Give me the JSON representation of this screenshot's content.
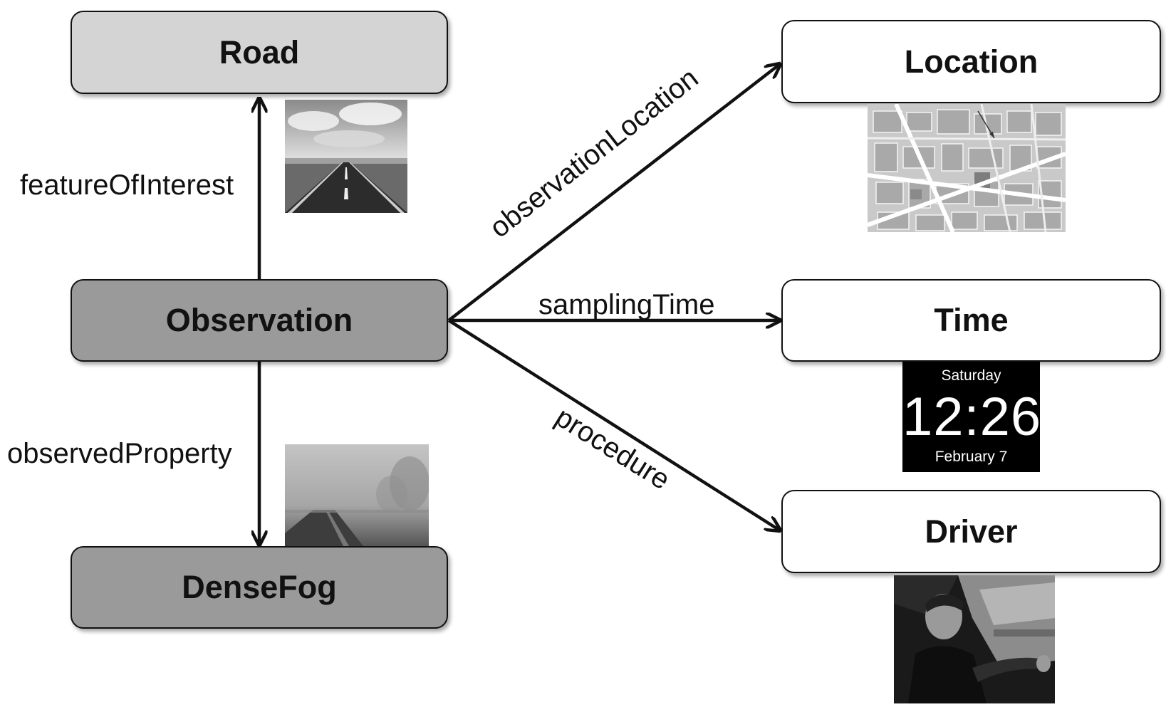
{
  "nodes": {
    "road": "Road",
    "observation": "Observation",
    "dense_fog": "DenseFog",
    "location": "Location",
    "time": "Time",
    "driver": "Driver"
  },
  "edges": {
    "feature_of_interest": "featureOfInterest",
    "observed_property": "observedProperty",
    "observation_location": "observationLocation",
    "sampling_time": "samplingTime",
    "procedure": "procedure"
  },
  "clock": {
    "day": "Saturday",
    "time": "12:26",
    "date": "February 7"
  },
  "colors": {
    "road_fill": "#d4d4d4",
    "observation_fill": "#9a9a9a",
    "dense_fog_fill": "#9a9a9a",
    "right_node_fill": "#ffffff",
    "stroke": "#111111"
  },
  "images": {
    "road": "road-photo",
    "dense_fog": "fog-photo",
    "location": "street-map",
    "driver": "driver-photo"
  }
}
